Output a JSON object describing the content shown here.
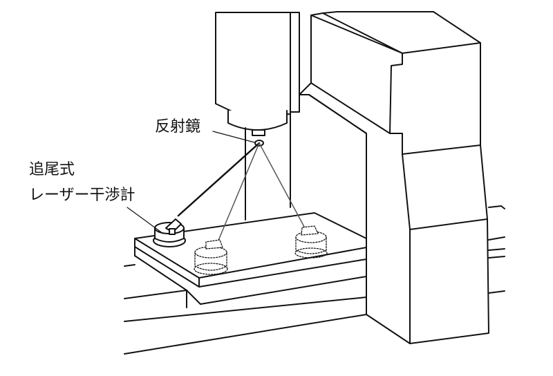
{
  "labels": {
    "mirror": "反射鏡",
    "tracker_line1": "追尾式",
    "tracker_line2": "レーザー干渉計"
  },
  "colors": {
    "line": "#111111",
    "beam": "#555555",
    "background": "#ffffff"
  }
}
